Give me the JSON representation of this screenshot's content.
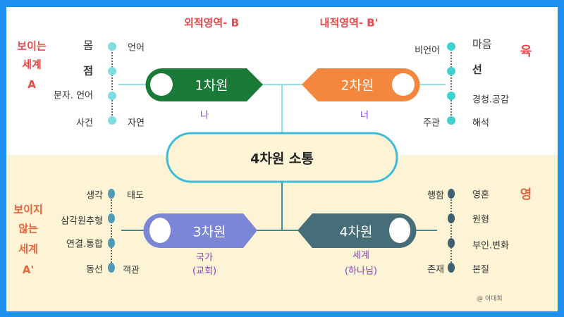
{
  "header": {
    "outer": "외적영역- B",
    "inner": "내적영역- B'"
  },
  "visible_world": {
    "line1": "보이는",
    "line2": "세계",
    "line3": "A"
  },
  "invisible_world": {
    "line1": "보이지",
    "line2": "않는",
    "line3": "세계",
    "line4": "A'"
  },
  "yuk": "육",
  "yeong": "영",
  "dim1": {
    "label": "1차원",
    "sub": "나",
    "left_labels": [
      "몸",
      "점",
      "문자. 언어",
      "사건"
    ],
    "right_labels": [
      "언어",
      "자연"
    ]
  },
  "dim2": {
    "label": "2차원",
    "sub": "너",
    "left_labels": [
      "비언어",
      "주관"
    ],
    "right_labels": [
      "마음",
      "선",
      "경청.공감",
      "해석"
    ]
  },
  "dim3": {
    "label": "3차원",
    "sub1": "국가",
    "sub2": "(교회)",
    "left_labels": [
      "생각",
      "삼각원추형",
      "연결.통합",
      "동선"
    ],
    "right_labels": [
      "태도",
      "객관"
    ]
  },
  "dim4": {
    "label": "4차원",
    "sub1": "세계",
    "sub2": "(하나님)",
    "left_labels": [
      "행함",
      "존재"
    ],
    "right_labels": [
      "영혼",
      "원형",
      "부인.변화",
      "본질"
    ]
  },
  "hub": "4차원 소통",
  "credit": "@ 이대희",
  "colors": {
    "dim1": "#1a7a37",
    "dim2": "#f5863e",
    "dim3": "#7b87d6",
    "dim4": "#466e78",
    "hub_border": "#40bcd8"
  }
}
